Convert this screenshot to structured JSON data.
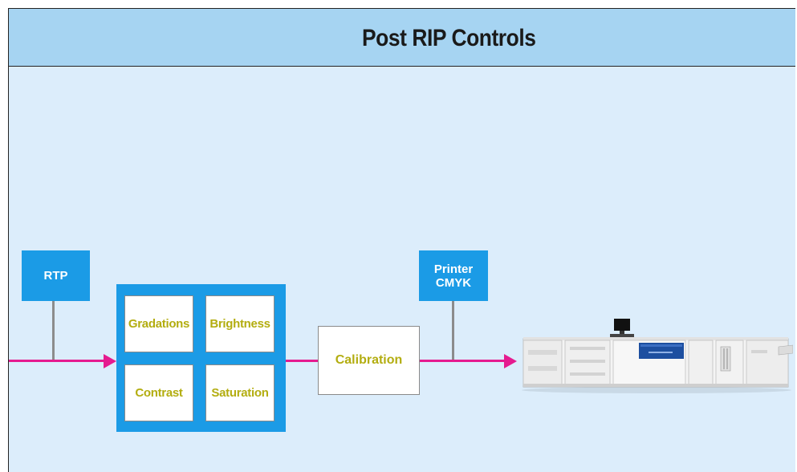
{
  "header": {
    "title": "Post RIP Controls"
  },
  "diagram": {
    "rtp_label": "RTP",
    "printer_label": "Printer\nCMYK",
    "controls": {
      "gradations": "Gradations",
      "brightness": "Brightness",
      "contrast": "Contrast",
      "saturation": "Saturation"
    },
    "calibration": "Calibration"
  },
  "colors": {
    "header_bg": "#a6d4f2",
    "panel_bg": "#dcedfb",
    "box_blue": "#1b9be6",
    "flow_line": "#e51b8f",
    "control_text": "#b3ad10"
  },
  "icons": {
    "printer_image": "production-printer-icon"
  }
}
